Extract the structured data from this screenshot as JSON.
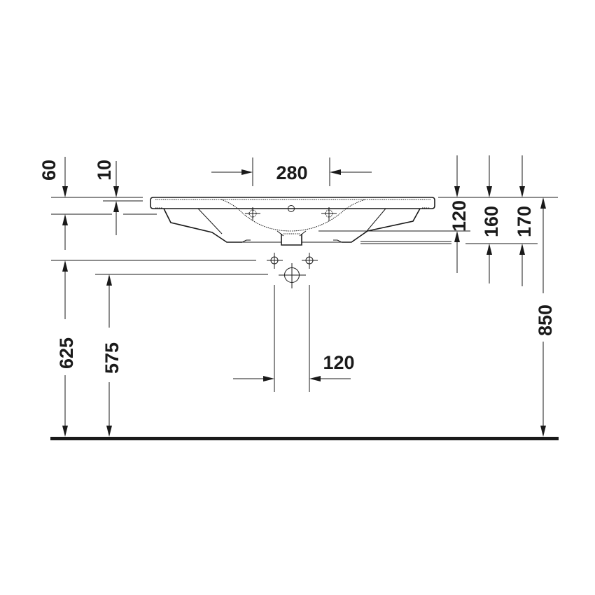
{
  "drawing": {
    "title": "Washbasin side elevation with installation dimensions",
    "units": "mm",
    "colors": {
      "line": "#1a1a1a",
      "background": "#ffffff"
    },
    "dimensions": {
      "rim_offset_top": "60",
      "rim_thickness": "10",
      "tap_hole_spacing": "280",
      "depth_120": "120",
      "depth_160": "160",
      "depth_170": "170",
      "height_625": "625",
      "height_575": "575",
      "waste_spacing": "120",
      "total_height": "850"
    }
  }
}
